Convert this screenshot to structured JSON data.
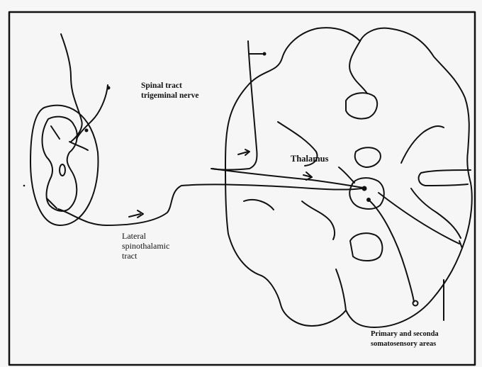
{
  "labels": {
    "spinal_tract": [
      "Spinal tract",
      "trigeminal nerve"
    ],
    "thalamus": "Thalamus",
    "lateral_spinothalamic": [
      "Lateral",
      "spinothalamic",
      "tract"
    ],
    "somatosensory": [
      "Primary and seconda",
      "somatosensory areas"
    ]
  },
  "colors": {
    "ink": "#111111",
    "paper": "#f6f6f6"
  }
}
